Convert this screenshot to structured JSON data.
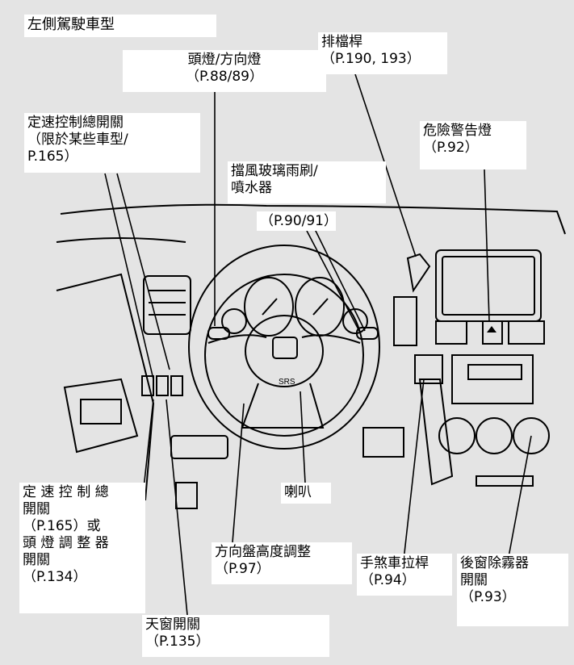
{
  "title": "左側駕駛車型",
  "labels": {
    "headlight": "頭燈/方向燈\n（P.88/89）",
    "cruise_main": "定速控制總開關\n（限於某些車型/\nP.165）",
    "shift_lever": "排檔桿\n（P.190, 193）",
    "hazard": "危險警告燈\n（P.92）",
    "wiper": "擋風玻璃雨刷/\n噴水器",
    "wiper_page": "（P.90/91）",
    "cruise_aim": "定 速 控 制 總\n開關\n（P.165）或\n頭 燈 調 整 器\n開關\n（P.134）",
    "horn": "喇叭",
    "steering_adjust": "方向盤高度調整\n（P.97）",
    "parking_brake": "手煞車拉桿\n（P.94）",
    "defroster": "後窗除霧器\n開關\n（P.93）",
    "moonroof": "天窗開關\n（P.135）"
  },
  "diagram": {
    "badge_text": "SRS"
  }
}
